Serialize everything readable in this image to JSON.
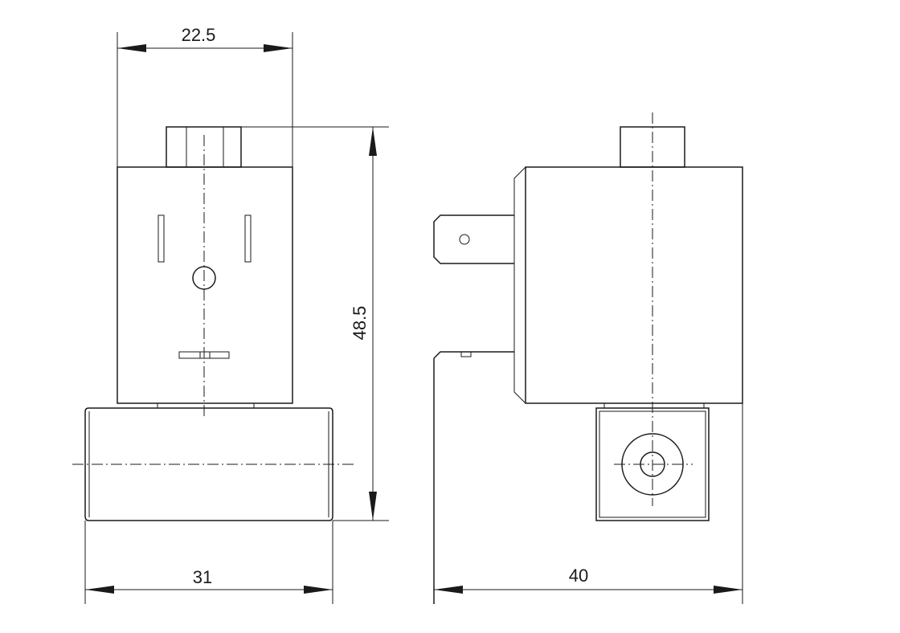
{
  "drawing": {
    "dimensions": {
      "front_top_width": "22.5",
      "front_height": "48.5",
      "front_body_width": "31",
      "side_width": "40"
    },
    "colors": {
      "line": "#1a1a1a",
      "background": "#ffffff"
    }
  }
}
